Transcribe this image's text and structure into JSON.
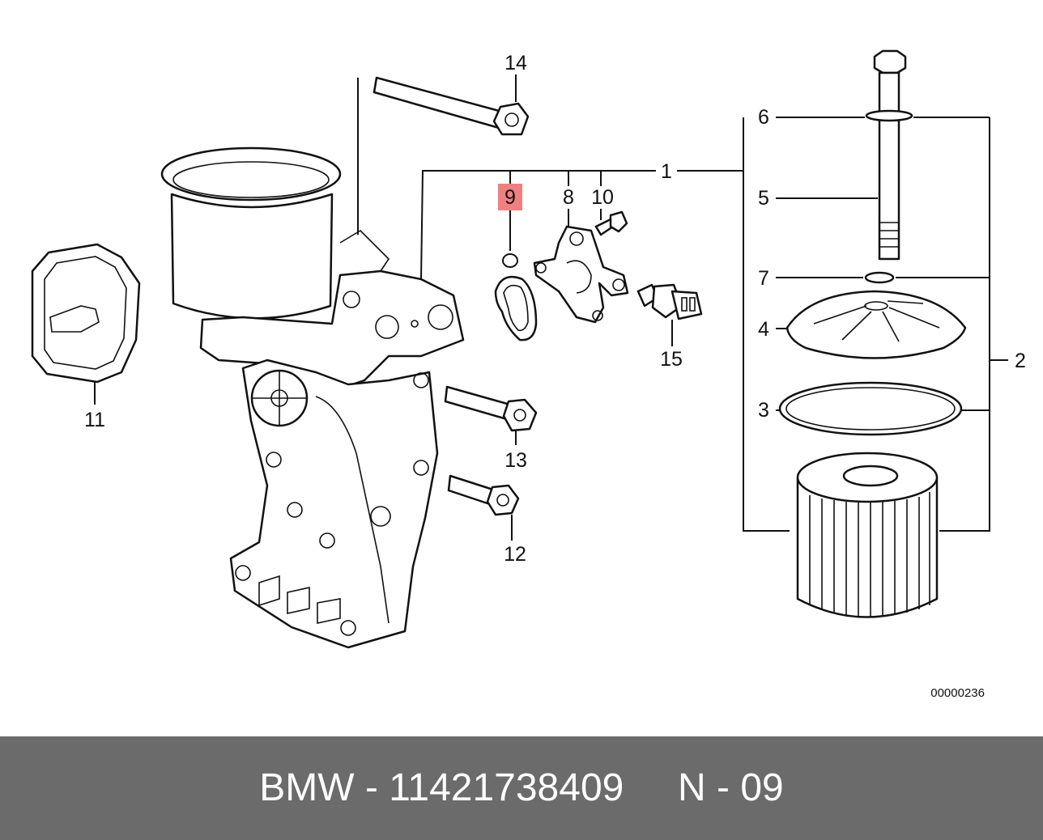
{
  "diagram": {
    "highlight_color": "#f08080",
    "footer_color": "#6b6b6b",
    "callouts": {
      "c1": "1",
      "c2": "2",
      "c3": "3",
      "c4": "4",
      "c5": "5",
      "c6": "6",
      "c7": "7",
      "c8": "8",
      "c9": "9",
      "c10": "10",
      "c11": "11",
      "c12": "12",
      "c13": "13",
      "c14": "14",
      "c15": "15"
    },
    "highlighted_part": "9",
    "drawing_number": "00000236"
  },
  "footer": {
    "text": "BMW - 11421738409     N - 09"
  }
}
